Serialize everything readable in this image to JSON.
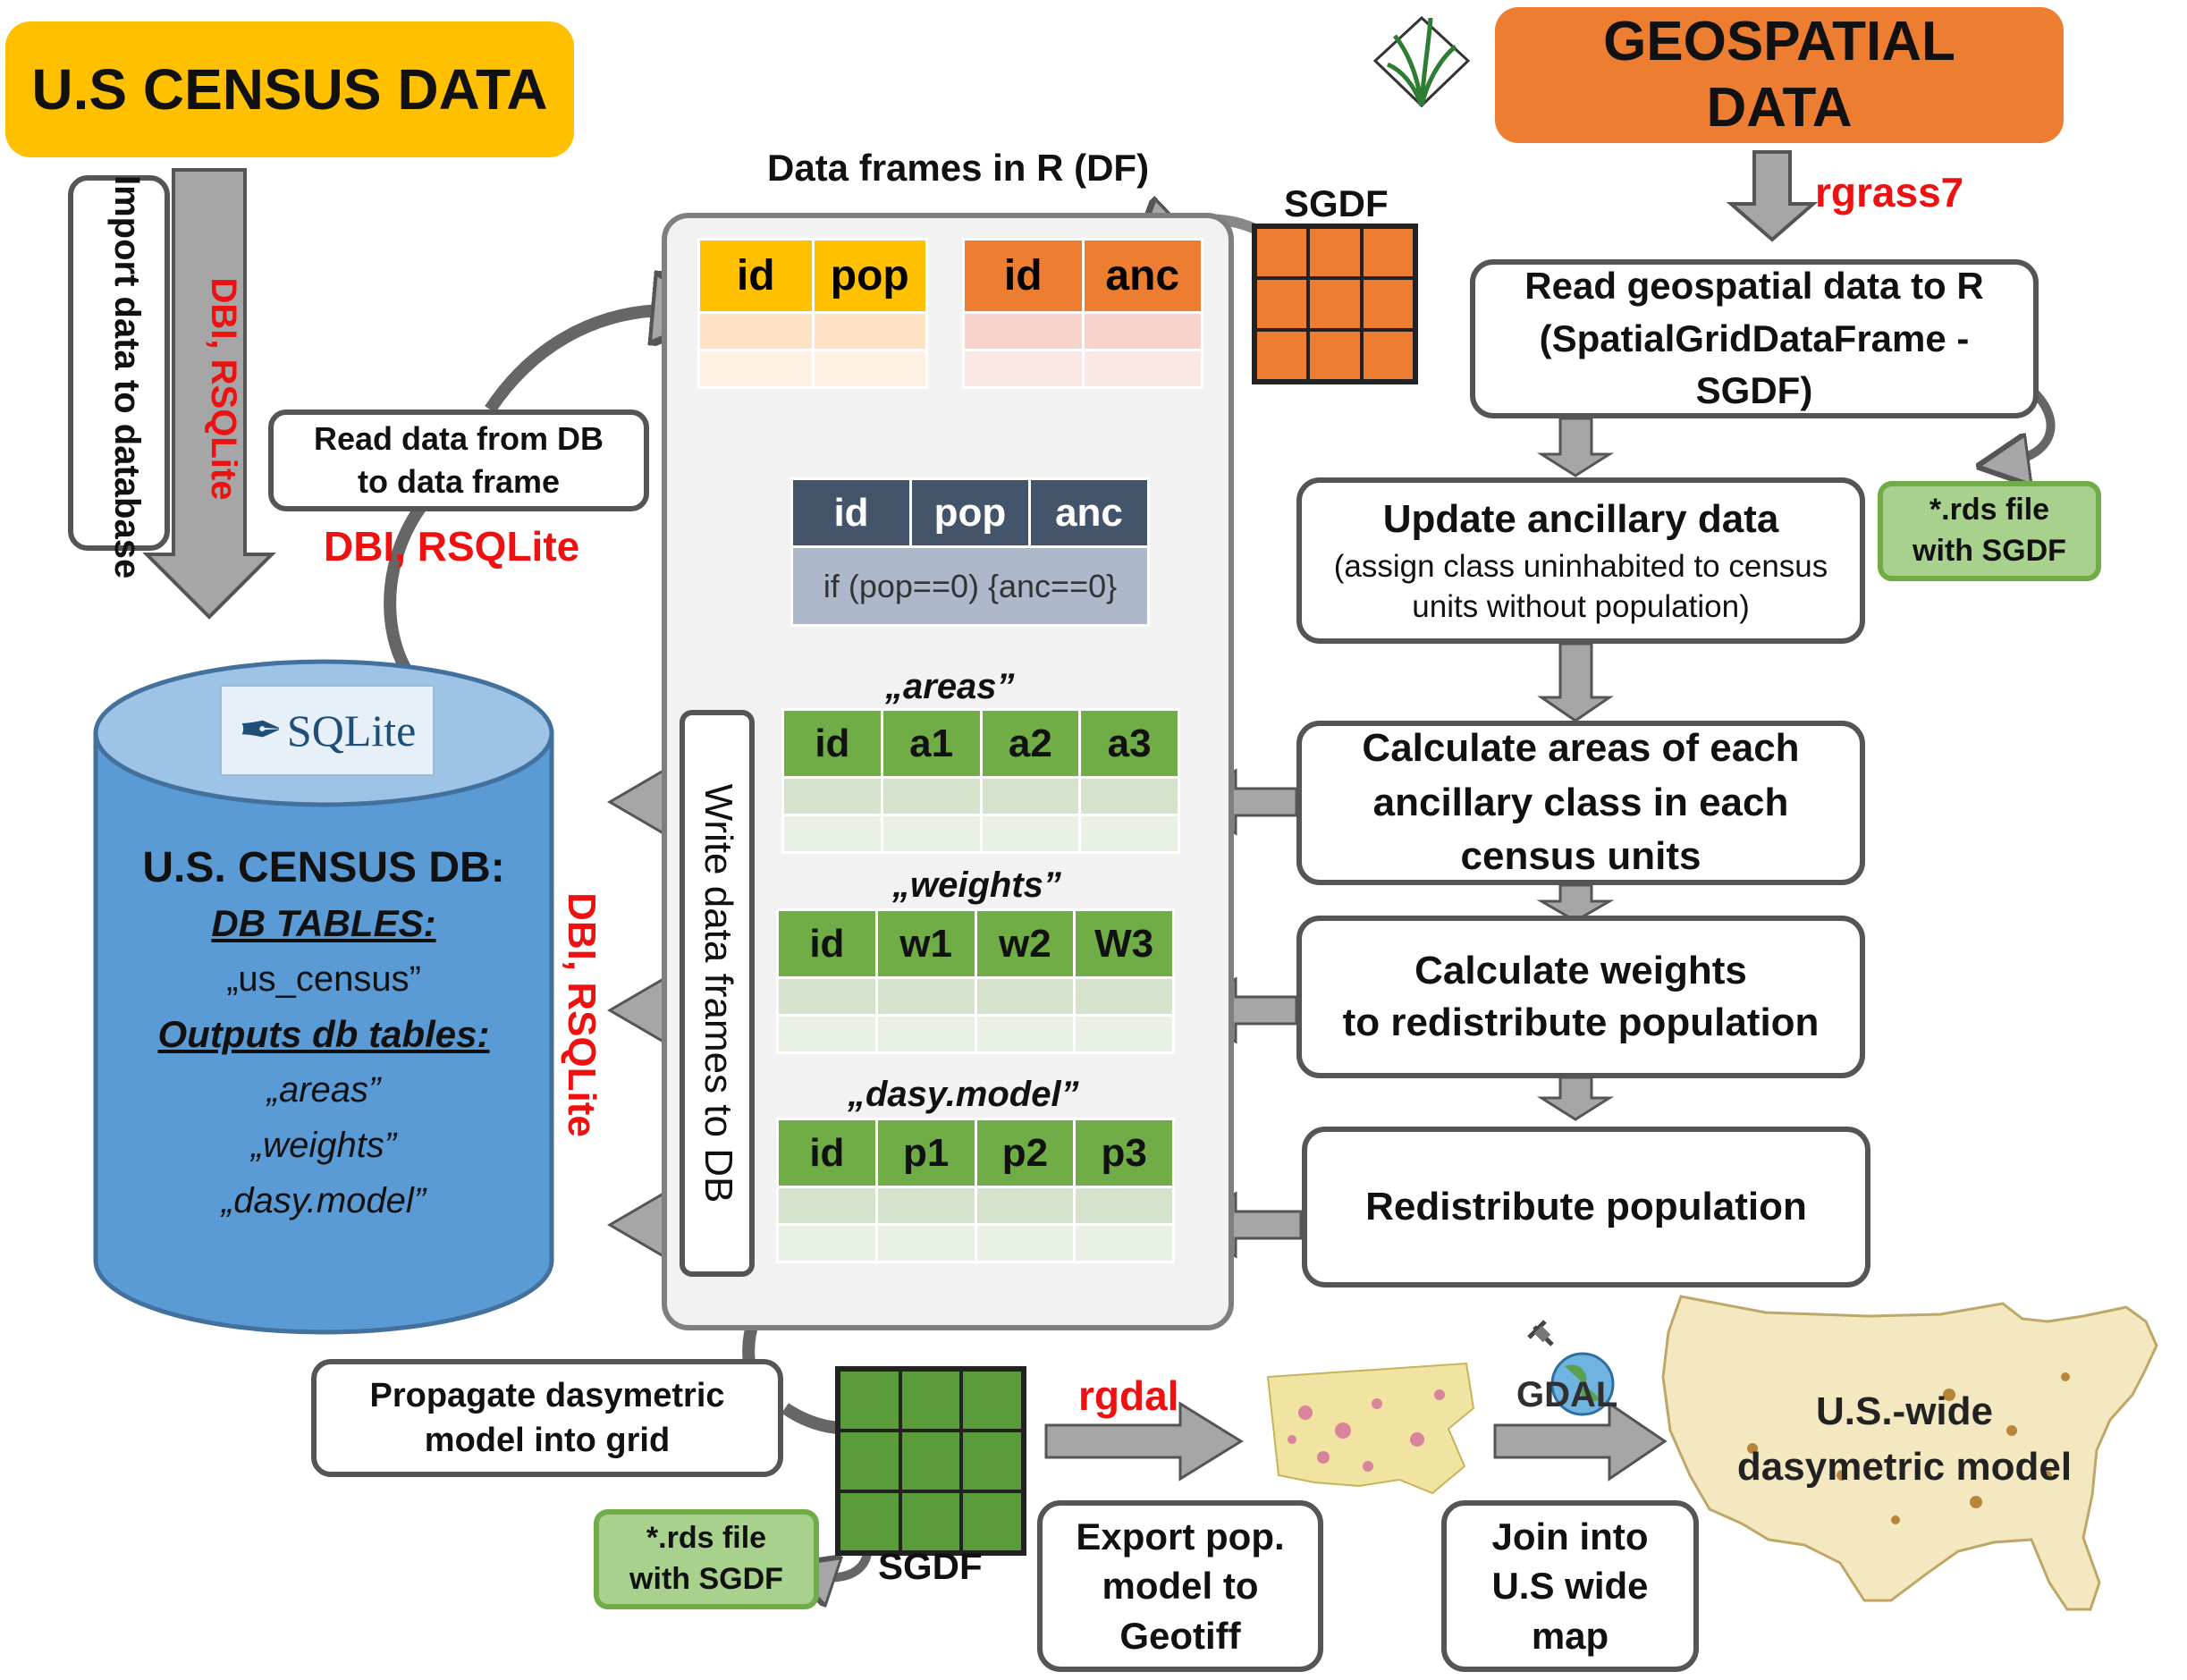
{
  "census_header": "U.S CENSUS DATA",
  "geo_header": "GEOSPATIAL DATA",
  "import_box": "Import data to database",
  "dbi_vertical_top": "DBI, RSQLite",
  "dbi_vertical_mid": "DBI, RSQLite",
  "dbi_label_read": "DBI, RSQLite",
  "read_db_box": [
    "Read data from DB",
    "to data frame"
  ],
  "df_title": "Data frames in R (DF)",
  "sgdf_top_label": "SGDF",
  "sgdf_bottom_label": "SGDF",
  "rgrass_label": "rgrass7",
  "rgdal_label": "rgdal",
  "gdal_logo_text": "GDAL",
  "sqlite_logo_text": "SQLite",
  "read_geo_box": [
    "Read geospatial data to R",
    "(SpatialGridDataFrame -",
    "SGDF)"
  ],
  "rds_top": [
    "*.rds file",
    "with SGDF"
  ],
  "rds_bottom": [
    "*.rds file",
    "with SGDF"
  ],
  "update_box": {
    "title": "Update ancillary data",
    "sub": [
      "(assign class uninhabited to census",
      "units without population)"
    ]
  },
  "calc_areas_box": [
    "Calculate areas of each",
    "ancillary class in each",
    "census units"
  ],
  "calc_weights_box": [
    "Calculate weights",
    "to redistribute population"
  ],
  "redistribute_box": "Redistribute population",
  "write_vertical": "Write data frames to DB",
  "db": {
    "title": "U.S. CENSUS DB:",
    "tables_heading": "DB TABLES:",
    "tables": [
      "„us_census”"
    ],
    "outputs_heading": "Outputs db tables:",
    "outputs": [
      "„areas”",
      "„weights”",
      "„dasy.model”"
    ]
  },
  "tables": {
    "pop": {
      "headers": [
        "id",
        "pop"
      ]
    },
    "anc": {
      "headers": [
        "id",
        "anc"
      ]
    },
    "merged": {
      "headers": [
        "id",
        "pop",
        "anc"
      ],
      "condition": "if (pop==0)  {anc==0}"
    },
    "areas": {
      "name": "„areas”",
      "headers": [
        "id",
        "a1",
        "a2",
        "a3"
      ]
    },
    "weights": {
      "name": "„weights”",
      "headers": [
        "id",
        "w1",
        "w2",
        "W3"
      ]
    },
    "dasy": {
      "name": "„dasy.model”",
      "headers": [
        "id",
        "p1",
        "p2",
        "p3"
      ]
    }
  },
  "propagate_box": [
    "Propagate dasymetric",
    "model into grid"
  ],
  "export_box": [
    "Export pop.",
    "model to",
    "Geotiff"
  ],
  "join_box": [
    "Join into",
    "U.S wide",
    "map"
  ],
  "us_wide_label": [
    "U.S.-wide",
    "dasymetric model"
  ],
  "colors": {
    "yellow": "#ffc000",
    "orange": "#ed7d31",
    "navy": "#44546a",
    "green": "#70ad47",
    "db_blue": "#5b9bd5",
    "arrow_gray": "#a6a6a6",
    "red": "#ee1111"
  }
}
